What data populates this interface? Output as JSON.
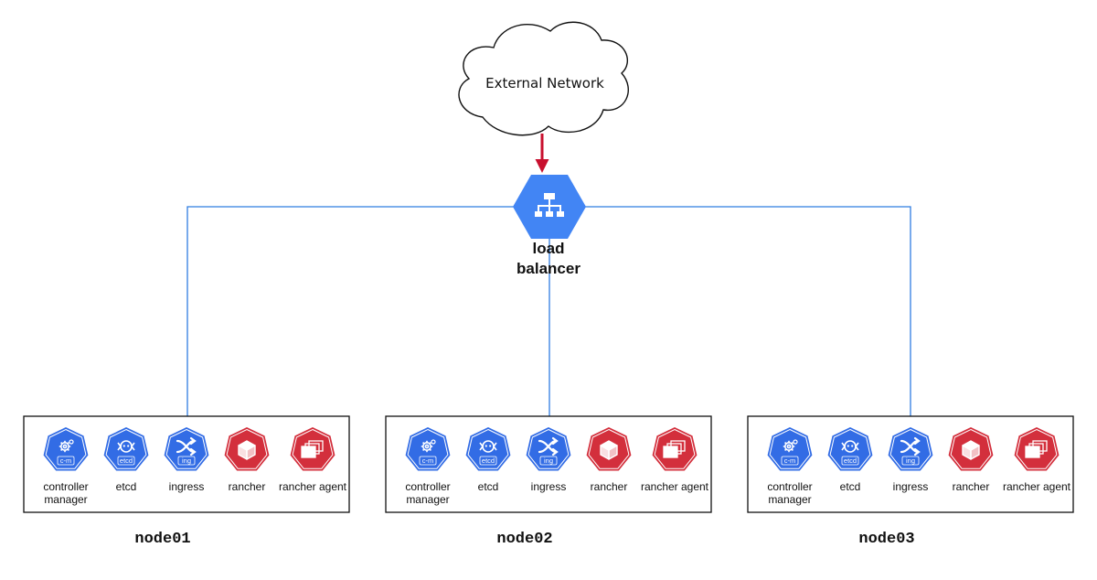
{
  "colors": {
    "kube_blue": "#326ce5",
    "lb_blue": "#4285f4",
    "rancher_red": "#d32f3c",
    "connector_blue": "#2f7de1",
    "external_arrow_red": "#c8102e"
  },
  "external_network": {
    "label": "External Network",
    "icon": "cloud-icon"
  },
  "load_balancer": {
    "label_line1": "load",
    "label_line2": "balancer",
    "icon": "load-balancer-icon"
  },
  "component_badges": {
    "cm": "c-m",
    "etcd": "etcd",
    "ingress": "ing"
  },
  "nodes": [
    {
      "name": "node01",
      "components": [
        {
          "key": "cm",
          "label_line1": "controller",
          "label_line2": "manager",
          "icon": "controller-manager-icon"
        },
        {
          "key": "etcd",
          "label_line1": "etcd",
          "label_line2": "",
          "icon": "etcd-icon"
        },
        {
          "key": "ingress",
          "label_line1": "ingress",
          "label_line2": "",
          "icon": "ingress-icon"
        },
        {
          "key": "rancher",
          "label_line1": "rancher",
          "label_line2": "",
          "icon": "rancher-icon"
        },
        {
          "key": "agent",
          "label_line1": "rancher agent",
          "label_line2": "",
          "icon": "rancher-agent-icon"
        }
      ]
    },
    {
      "name": "node02",
      "components": [
        {
          "key": "cm",
          "label_line1": "controller",
          "label_line2": "manager",
          "icon": "controller-manager-icon"
        },
        {
          "key": "etcd",
          "label_line1": "etcd",
          "label_line2": "",
          "icon": "etcd-icon"
        },
        {
          "key": "ingress",
          "label_line1": "ingress",
          "label_line2": "",
          "icon": "ingress-icon"
        },
        {
          "key": "rancher",
          "label_line1": "rancher",
          "label_line2": "",
          "icon": "rancher-icon"
        },
        {
          "key": "agent",
          "label_line1": "rancher agent",
          "label_line2": "",
          "icon": "rancher-agent-icon"
        }
      ]
    },
    {
      "name": "node03",
      "components": [
        {
          "key": "cm",
          "label_line1": "controller",
          "label_line2": "manager",
          "icon": "controller-manager-icon"
        },
        {
          "key": "etcd",
          "label_line1": "etcd",
          "label_line2": "",
          "icon": "etcd-icon"
        },
        {
          "key": "ingress",
          "label_line1": "ingress",
          "label_line2": "",
          "icon": "ingress-icon"
        },
        {
          "key": "rancher",
          "label_line1": "rancher",
          "label_line2": "",
          "icon": "rancher-icon"
        },
        {
          "key": "agent",
          "label_line1": "rancher agent",
          "label_line2": "",
          "icon": "rancher-agent-icon"
        }
      ]
    }
  ]
}
